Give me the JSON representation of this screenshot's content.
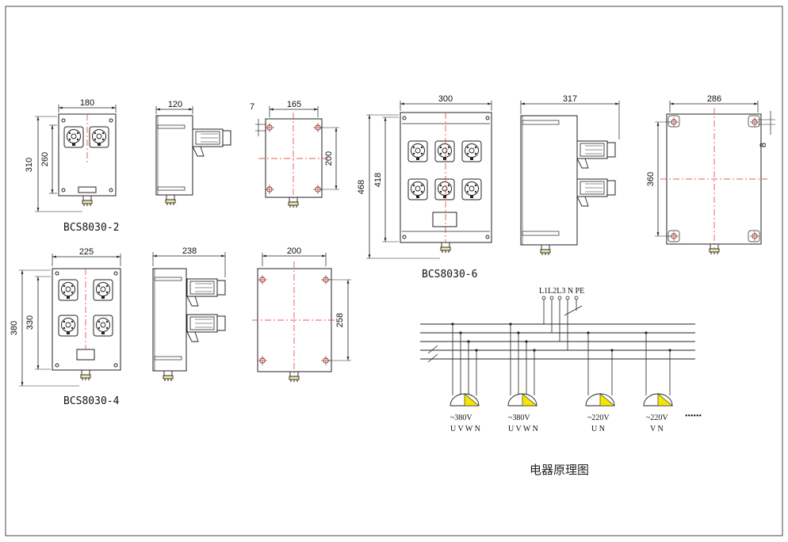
{
  "models": [
    {
      "name": "BCS8030-2",
      "front": {
        "width": "180",
        "outer_height": "310",
        "inner_height": "260"
      },
      "side": {
        "depth": "120"
      },
      "back": {
        "hole_spacing": "165",
        "hole_offset": "7",
        "hole_height": "200"
      }
    },
    {
      "name": "BCS8030-4",
      "front": {
        "width": "225",
        "outer_height": "380",
        "inner_height": "330"
      },
      "side": {
        "depth": "238"
      },
      "back": {
        "hole_spacing": "200",
        "hole_height": "258"
      }
    },
    {
      "name": "BCS8030-6",
      "front": {
        "width": "300",
        "outer_height": "468",
        "inner_height": "418"
      },
      "side": {
        "depth": "317"
      },
      "back": {
        "hole_spacing": "286",
        "hole_height": "360",
        "hole_offset": "8"
      }
    }
  ],
  "schematic": {
    "bus_labels": [
      "L1",
      "L2",
      "L3",
      "N",
      "PE"
    ],
    "bus_label_text": "L1L2L3 N  PE",
    "outlets": [
      {
        "voltage": "~380V",
        "terminals": "U V W N"
      },
      {
        "voltage": "~380V",
        "terminals": "U V W N"
      },
      {
        "voltage": "~220V",
        "terminals": "U  N"
      },
      {
        "voltage": "~220V",
        "terminals": "V  N"
      }
    ],
    "continuation": "••••••",
    "title": "电器原理图"
  },
  "colors": {
    "line": "#222222",
    "centerline": "#e0281e",
    "socket_yellow": "#f3e600"
  }
}
